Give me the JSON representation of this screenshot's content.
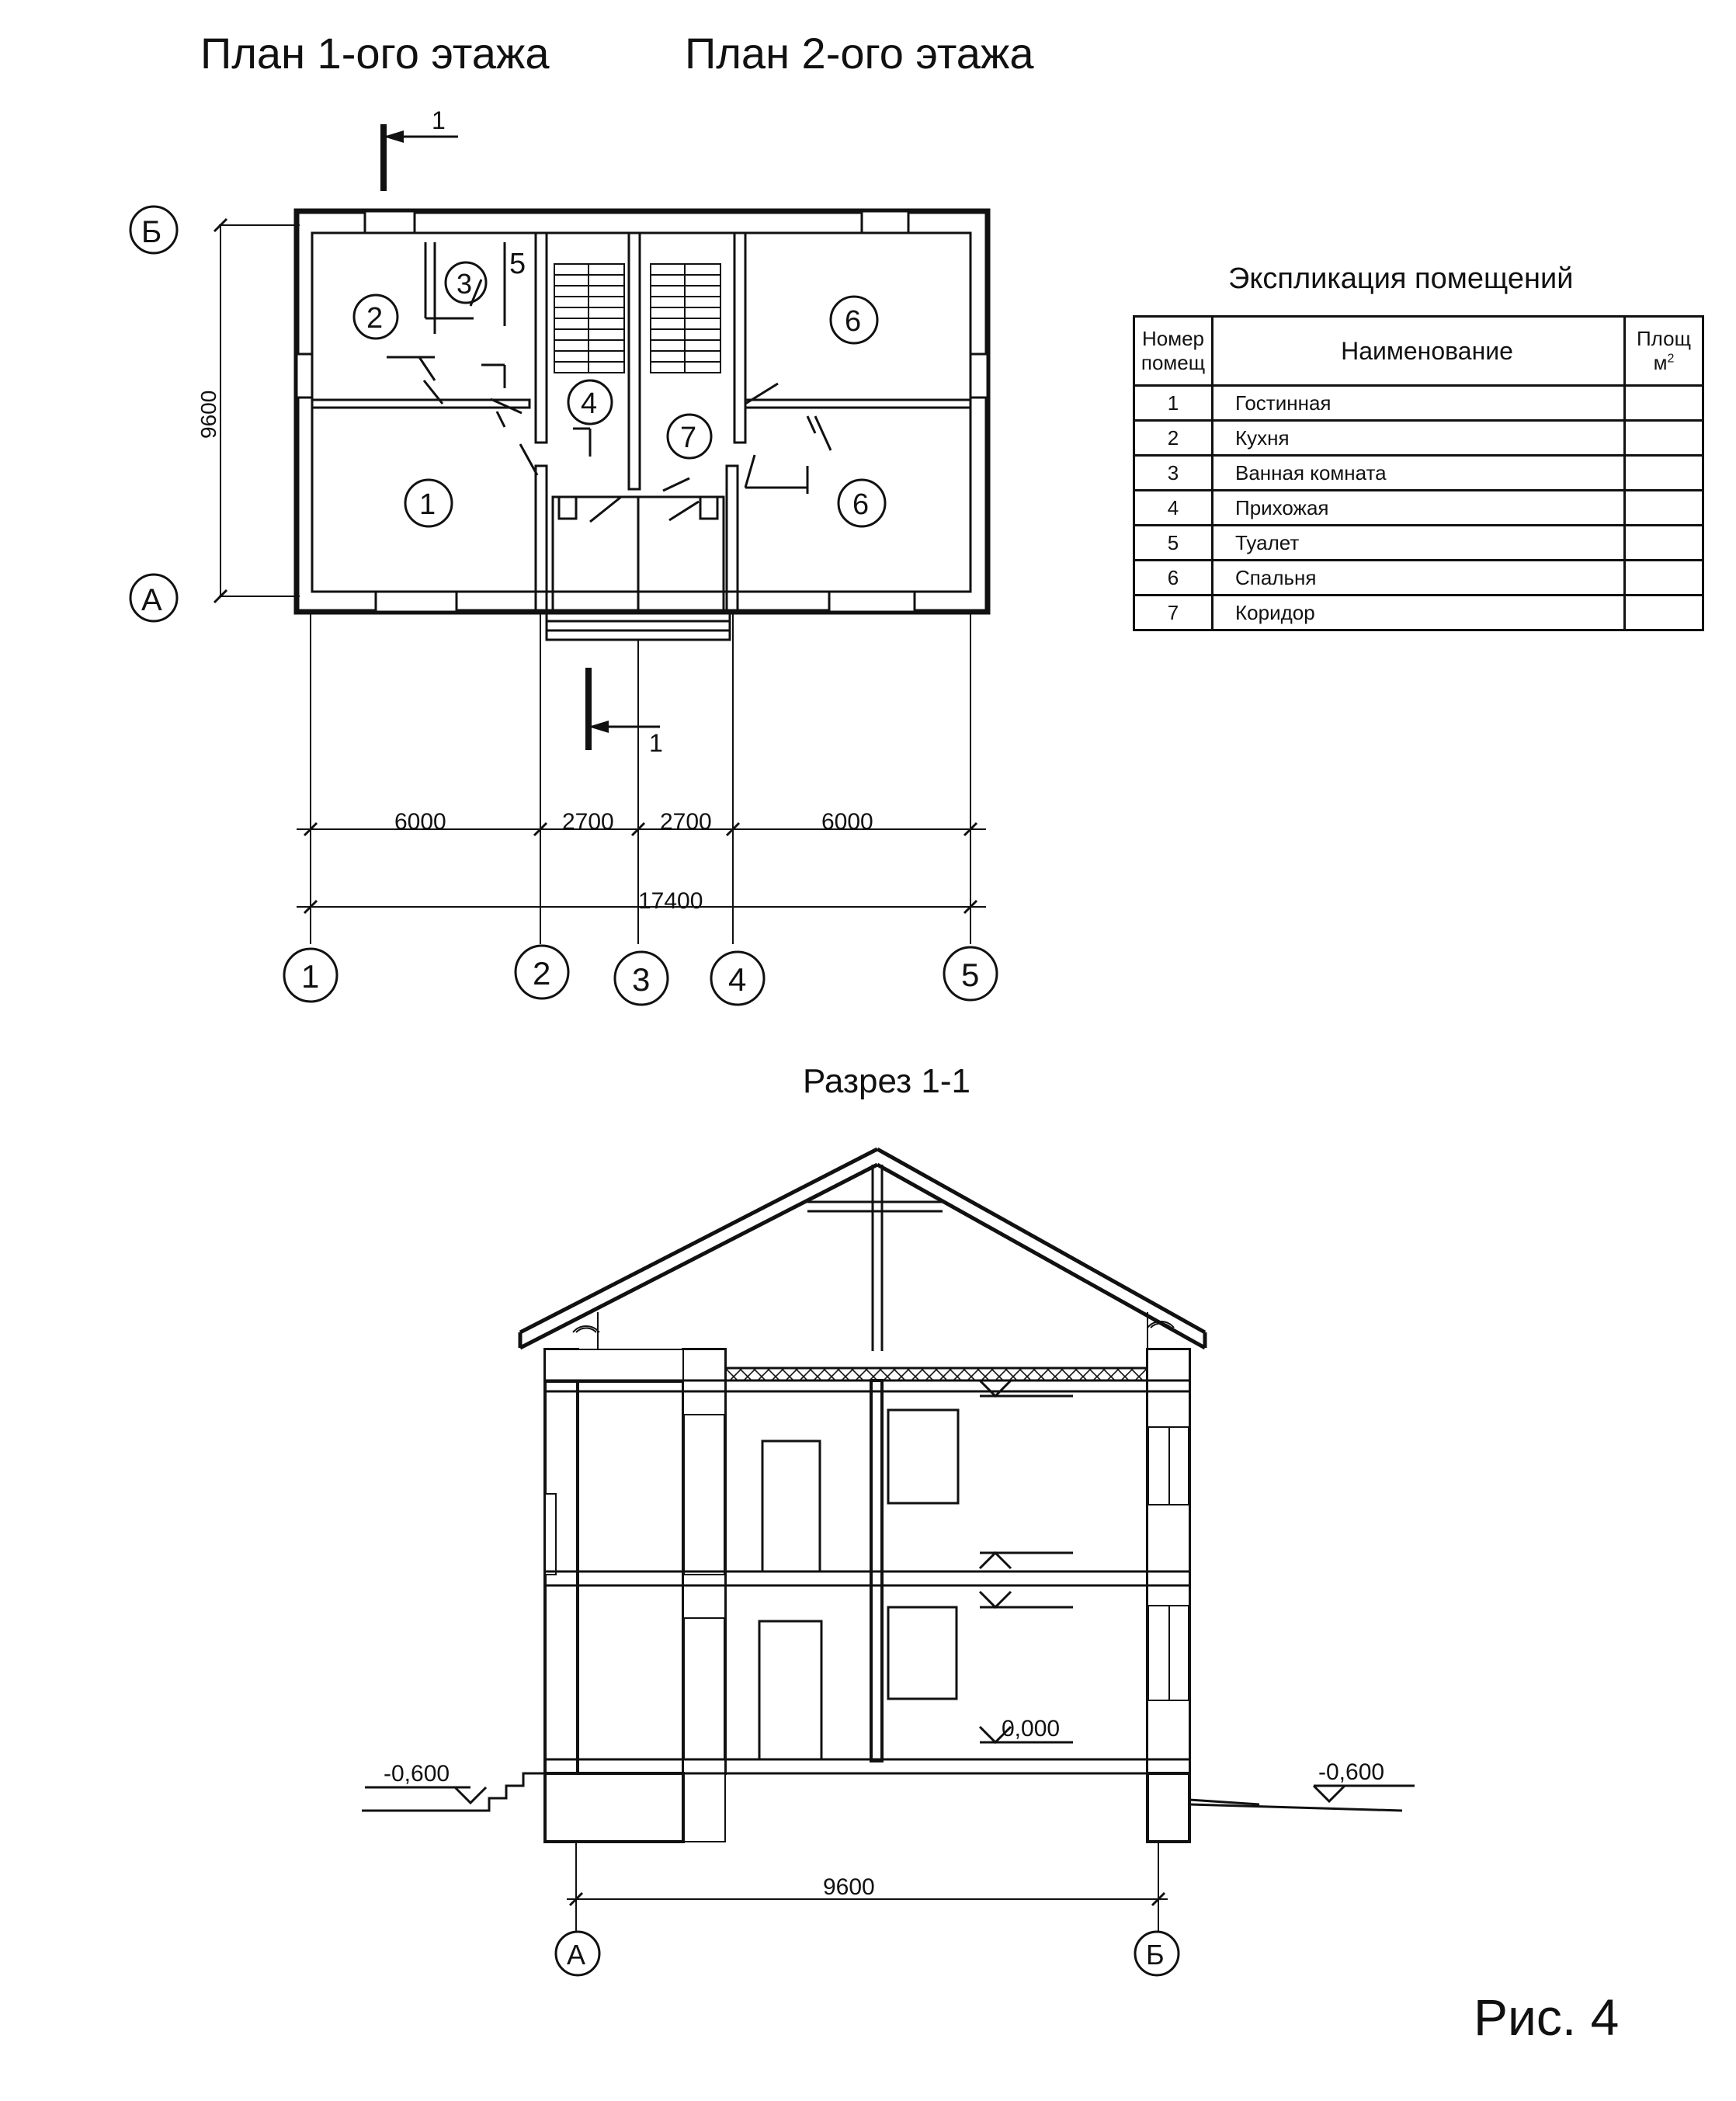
{
  "titles": {
    "plan1": "План 1-ого этажа",
    "plan2": "План 2-ого этажа",
    "section": "Разрез 1-1",
    "figure": "Рис. 4"
  },
  "explication": {
    "title": "Экспликация помещений",
    "header_num": "Номер помещ",
    "header_name": "Наименование",
    "header_area": "Площ м",
    "header_area_sup": "2",
    "rows": [
      {
        "num": "1",
        "name": "Гостинная"
      },
      {
        "num": "2",
        "name": "Кухня"
      },
      {
        "num": "3",
        "name": "Ванная комната"
      },
      {
        "num": "4",
        "name": "Прихожая"
      },
      {
        "num": "5",
        "name": "Туалет"
      },
      {
        "num": "6",
        "name": "Спальня"
      },
      {
        "num": "7",
        "name": "Коридор"
      }
    ]
  },
  "plan": {
    "axes_letters": [
      "Б",
      "А"
    ],
    "axes_numbers": [
      "1",
      "2",
      "3",
      "4",
      "5"
    ],
    "dims": [
      "6000",
      "2700",
      "2700",
      "6000"
    ],
    "total_dim": "17400",
    "height_dim": "9600",
    "cut_label": "1",
    "room_numbers": [
      "1",
      "2",
      "3",
      "4",
      "5",
      "6",
      "6",
      "7"
    ]
  },
  "section": {
    "levels": [
      "-0,600",
      "0,000",
      "-0,600"
    ],
    "width_dim": "9600",
    "axes": [
      "А",
      "Б"
    ]
  }
}
